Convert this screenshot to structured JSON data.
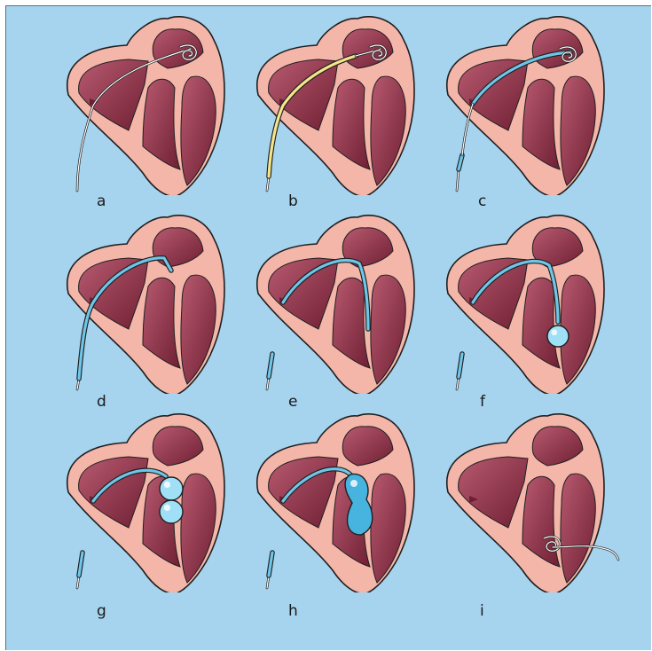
{
  "figure": {
    "background": "#a6d3ee",
    "colors": {
      "pericardium": "#f4b6a9",
      "outline": "#1f1f1f",
      "chamber_dark": "#6f1f33",
      "chamber_light": "#b85a70",
      "wire": "#ffffff",
      "sheath_yellow": "#f4e48a",
      "catheter_blue": "#6fc6e8",
      "balloon": "#9fe0f7",
      "balloon_dark": "#46b4de"
    },
    "panels": [
      {
        "label": "a",
        "step": "guidewire"
      },
      {
        "label": "b",
        "step": "dilator-sheath"
      },
      {
        "label": "c",
        "step": "catheter-over-wire"
      },
      {
        "label": "d",
        "step": "catheter-advanced"
      },
      {
        "label": "e",
        "step": "catheter-across-valve"
      },
      {
        "label": "f",
        "step": "distal-balloon-inflated"
      },
      {
        "label": "g",
        "step": "double-balloon"
      },
      {
        "label": "h",
        "step": "hourglass-balloon"
      },
      {
        "label": "i",
        "step": "wire-post-procedure"
      }
    ]
  }
}
